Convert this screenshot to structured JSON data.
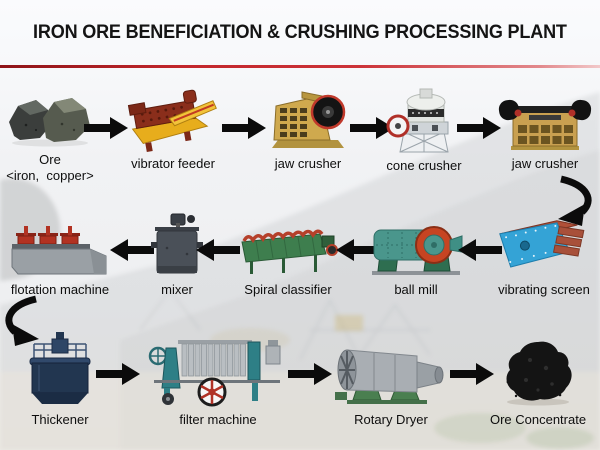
{
  "header": {
    "title": "IRON ORE BENEFICIATION & CRUSHING PROCESSING PLANT"
  },
  "colors": {
    "accent_red": "#c2262b",
    "arrow_black": "#0b0b0b",
    "title_text": "#141414",
    "label_text": "#0e0e0e",
    "feeder_red": "#8a2e1b",
    "feeder_yellow": "#e7ad1c",
    "crusher_khaki": "#cfa94e",
    "cone_gray": "#e2e5e2",
    "screen_blue": "#34a3d6",
    "screen_deck_red": "#a8503a",
    "ballmill_teal": "#4a968c",
    "ballmill_ring_red": "#c64422",
    "classifier_green": "#3e7e4e",
    "mixer_gray": "#4a5058",
    "flotation_gray": "#9aa0a5",
    "flotation_red": "#b23222",
    "thickener_navy": "#223650",
    "filter_teal": "#2e7f86",
    "dryer_gray": "#a9aeb3",
    "dryer_base_green": "#4a7f50",
    "concentrate_black": "#141414"
  },
  "flow": {
    "row1": {
      "items": [
        {
          "label": "Ore",
          "sublabel": "<iron,  copper>",
          "icon": "ore-rocks-icon"
        },
        {
          "label": "vibrator feeder",
          "icon": "vibrator-feeder-icon"
        },
        {
          "label": "jaw crusher",
          "icon": "jaw-crusher-icon"
        },
        {
          "label": "cone crusher",
          "icon": "cone-crusher-icon"
        },
        {
          "label": "jaw crusher",
          "icon": "jaw-crusher-icon"
        }
      ]
    },
    "row2": {
      "items": [
        {
          "label": "flotation machine",
          "icon": "flotation-machine-icon"
        },
        {
          "label": "mixer",
          "icon": "mixer-icon"
        },
        {
          "label": "Spiral classifier",
          "icon": "spiral-classifier-icon"
        },
        {
          "label": "ball mill",
          "icon": "ball-mill-icon"
        },
        {
          "label": "vibrating screen",
          "icon": "vibrating-screen-icon"
        }
      ]
    },
    "row3": {
      "items": [
        {
          "label": "Thickener",
          "icon": "thickener-icon"
        },
        {
          "label": "filter machine",
          "icon": "filter-machine-icon"
        },
        {
          "label": "Rotary Dryer",
          "icon": "rotary-dryer-icon"
        },
        {
          "label": "Ore Concentrate",
          "icon": "ore-concentrate-icon"
        }
      ]
    }
  }
}
